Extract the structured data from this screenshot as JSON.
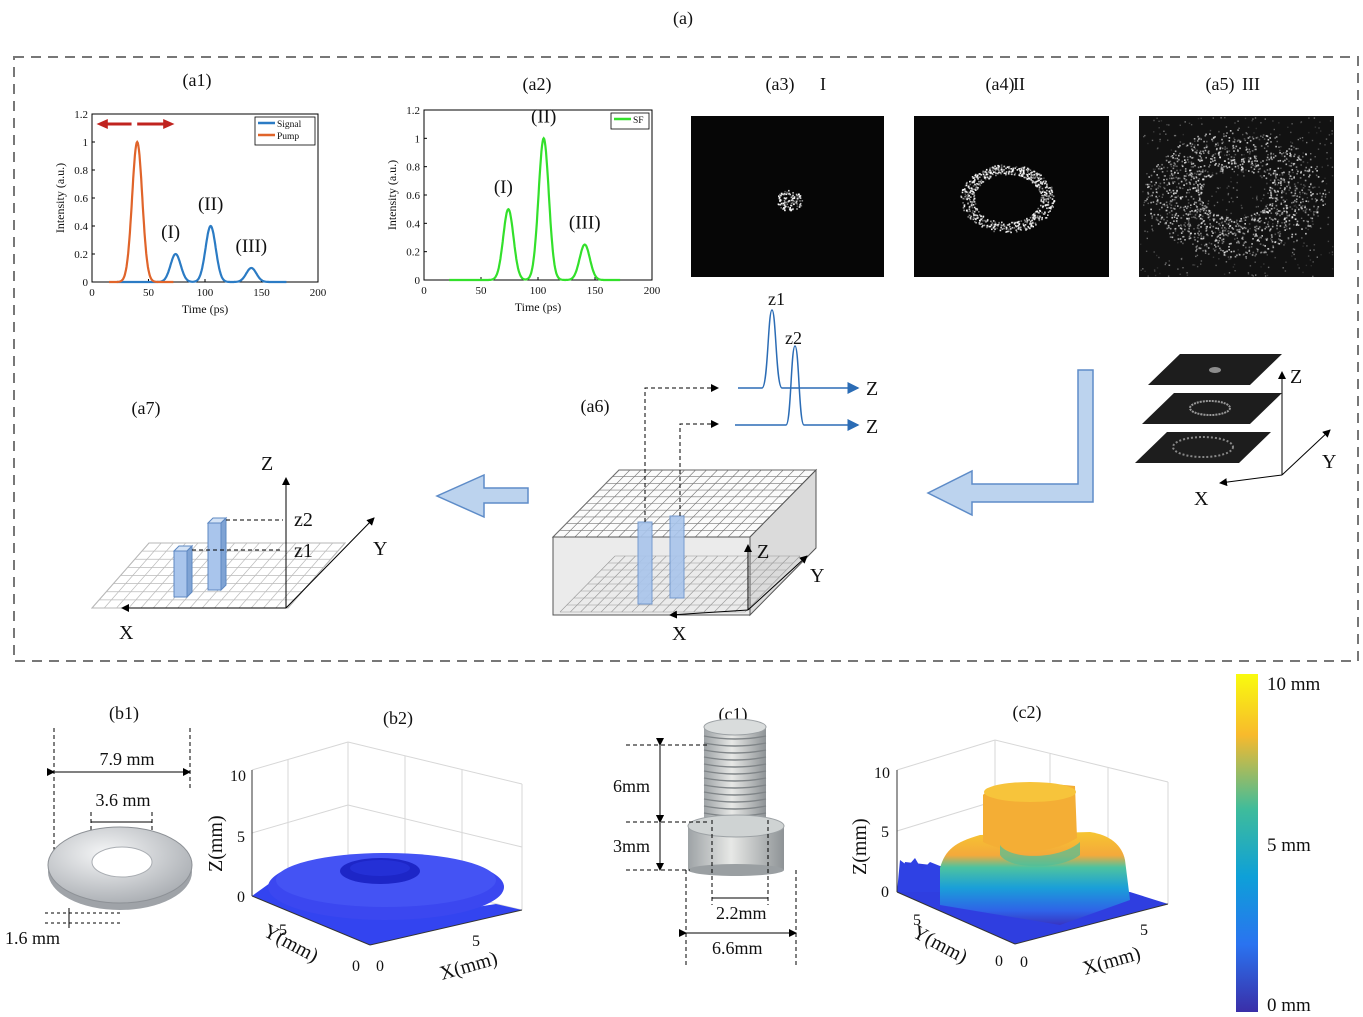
{
  "figure": {
    "title": "(a)",
    "panels": {
      "a1": {
        "label": "(a1)"
      },
      "a2": {
        "label": "(a2)"
      },
      "a3": {
        "label": "(a3)",
        "sub": "I"
      },
      "a4": {
        "label": "(a4)",
        "sub": "II"
      },
      "a5": {
        "label": "(a5)",
        "sub": "III"
      },
      "a6": {
        "label": "(a6)"
      },
      "a7": {
        "label": "(a7)"
      },
      "b1": {
        "label": "(b1)"
      },
      "b2": {
        "label": "(b2)"
      },
      "c1": {
        "label": "(c1)"
      },
      "c2": {
        "label": "(c2)"
      }
    },
    "peak_labels": [
      "(I)",
      "(II)",
      "(III)"
    ],
    "axis_letters": {
      "x": "X",
      "y": "Y",
      "z": "Z",
      "z1": "z1",
      "z2": "z2"
    },
    "b1_dims": {
      "outer": "7.9 mm",
      "inner": "3.6 mm",
      "thickness": "1.6 mm"
    },
    "c1_dims": {
      "thread_height": "6mm",
      "head_height": "3mm",
      "thread_width": "2.2mm",
      "head_width": "6.6mm"
    },
    "surface_axes": {
      "z_label": "Z(mm)",
      "y_label": "Y(mm)",
      "x_label": "X(mm)",
      "z_ticks": [
        "0",
        "5",
        "10"
      ],
      "xy_ticks": [
        "0",
        "5"
      ]
    },
    "colorbar": {
      "top": "10 mm",
      "mid": "5 mm",
      "bottom": "0 mm"
    },
    "colors": {
      "signal": "#2b7bc4",
      "pump": "#e0642a",
      "sf": "#33e02b",
      "arrow_red": "#c0231f",
      "block_blue": "#8fb6e6"
    }
  },
  "chart_data": [
    {
      "type": "line",
      "panel": "a1",
      "xlabel": "Time (ps)",
      "ylabel": "Intensity (a.u.)",
      "xlim": [
        0,
        200
      ],
      "ylim": [
        0,
        1.2
      ],
      "xticks": [
        "0",
        "50",
        "100",
        "150",
        "200"
      ],
      "yticks": [
        "0",
        "0.2",
        "0.4",
        "0.6",
        "0.8",
        "1",
        "1.2"
      ],
      "legend": "top-right",
      "series": [
        {
          "name": "Signal",
          "color": "#2b7bc4",
          "peaks": [
            {
              "x": 74,
              "y": 0.2
            },
            {
              "x": 105,
              "y": 0.4
            },
            {
              "x": 141,
              "y": 0.1
            }
          ]
        },
        {
          "name": "Pump",
          "color": "#e0642a",
          "peaks": [
            {
              "x": 40,
              "y": 1.0
            }
          ]
        }
      ]
    },
    {
      "type": "line",
      "panel": "a2",
      "xlabel": "Time (ps)",
      "ylabel": "Intensity (a.u.)",
      "xlim": [
        0,
        200
      ],
      "ylim": [
        0,
        1.2
      ],
      "xticks": [
        "0",
        "50",
        "100",
        "150",
        "200"
      ],
      "yticks": [
        "0",
        "0.2",
        "0.4",
        "0.6",
        "0.8",
        "1",
        "1.2"
      ],
      "legend": "top-right",
      "series": [
        {
          "name": "SF",
          "color": "#33e02b",
          "peaks": [
            {
              "x": 74,
              "y": 0.5
            },
            {
              "x": 105,
              "y": 1.0
            },
            {
              "x": 141,
              "y": 0.25
            }
          ]
        }
      ]
    }
  ]
}
